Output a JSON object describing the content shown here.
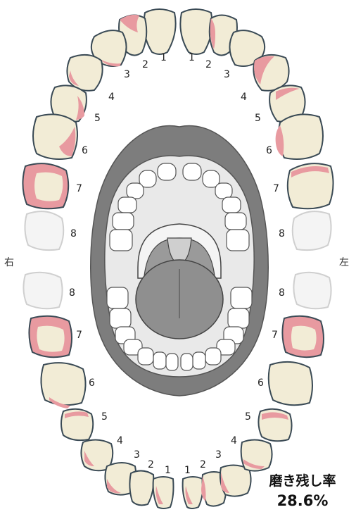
{
  "side_labels": {
    "right": "右",
    "left": "左"
  },
  "tooth_numbers": {
    "upper_right": [
      "1",
      "2",
      "3",
      "4",
      "5",
      "6",
      "7",
      "8"
    ],
    "upper_left": [
      "1",
      "2",
      "3",
      "4",
      "5",
      "6",
      "7",
      "8"
    ],
    "lower_right": [
      "8",
      "7",
      "6",
      "5",
      "4",
      "3",
      "2",
      "1"
    ],
    "lower_left": [
      "8",
      "7",
      "6",
      "5",
      "4",
      "3",
      "2",
      "1"
    ]
  },
  "residual_rate": {
    "label": "磨き残し率",
    "value": "28.6%"
  },
  "colors": {
    "tooth_fill": "#f2ecd6",
    "tooth_outline": "#3a4a55",
    "plaque": "#e89aa0",
    "missing_tooth": "#f4f4f4",
    "mouth": "#8a8a8a",
    "tongue": "#8f8f8f"
  }
}
